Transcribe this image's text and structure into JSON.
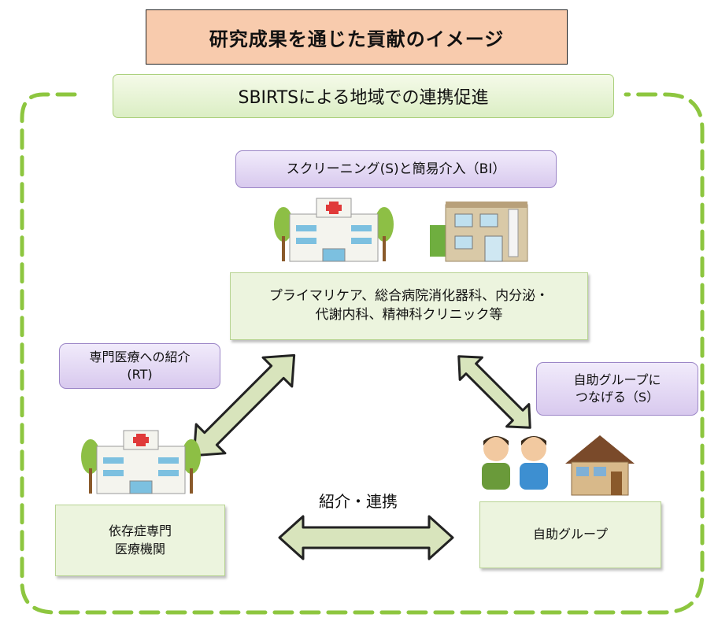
{
  "title": "研究成果を通じた貢献のイメージ",
  "banner": "SBIRTSによる地域での連携促進",
  "labels": {
    "screening": "スクリーニング(S)と簡易介入（BI）",
    "referral_line1": "専門医療への紹介",
    "referral_line2": "(RT)",
    "selfhelp_line1": "自助グループに",
    "selfhelp_line2": "つなげる（S）",
    "link": "紹介・連携"
  },
  "nodes": {
    "primary_line1": "プライマリケア、総合病院消化器科、内分泌・",
    "primary_line2": "代謝内科、精神科クリニック等",
    "specialist_line1": "依存症専門",
    "specialist_line2": "医療機関",
    "selfhelp": "自助グループ"
  },
  "colors": {
    "title_fill": "#f8cbad",
    "dashed_border": "#8dc63f",
    "arrow_fill": "#d8e4bc",
    "purple_fill": "#ddd0f0",
    "green_fill": "#ecf4de"
  },
  "icons": [
    "hospital-icon",
    "clinic-building-icon",
    "people-icon",
    "house-icon"
  ]
}
